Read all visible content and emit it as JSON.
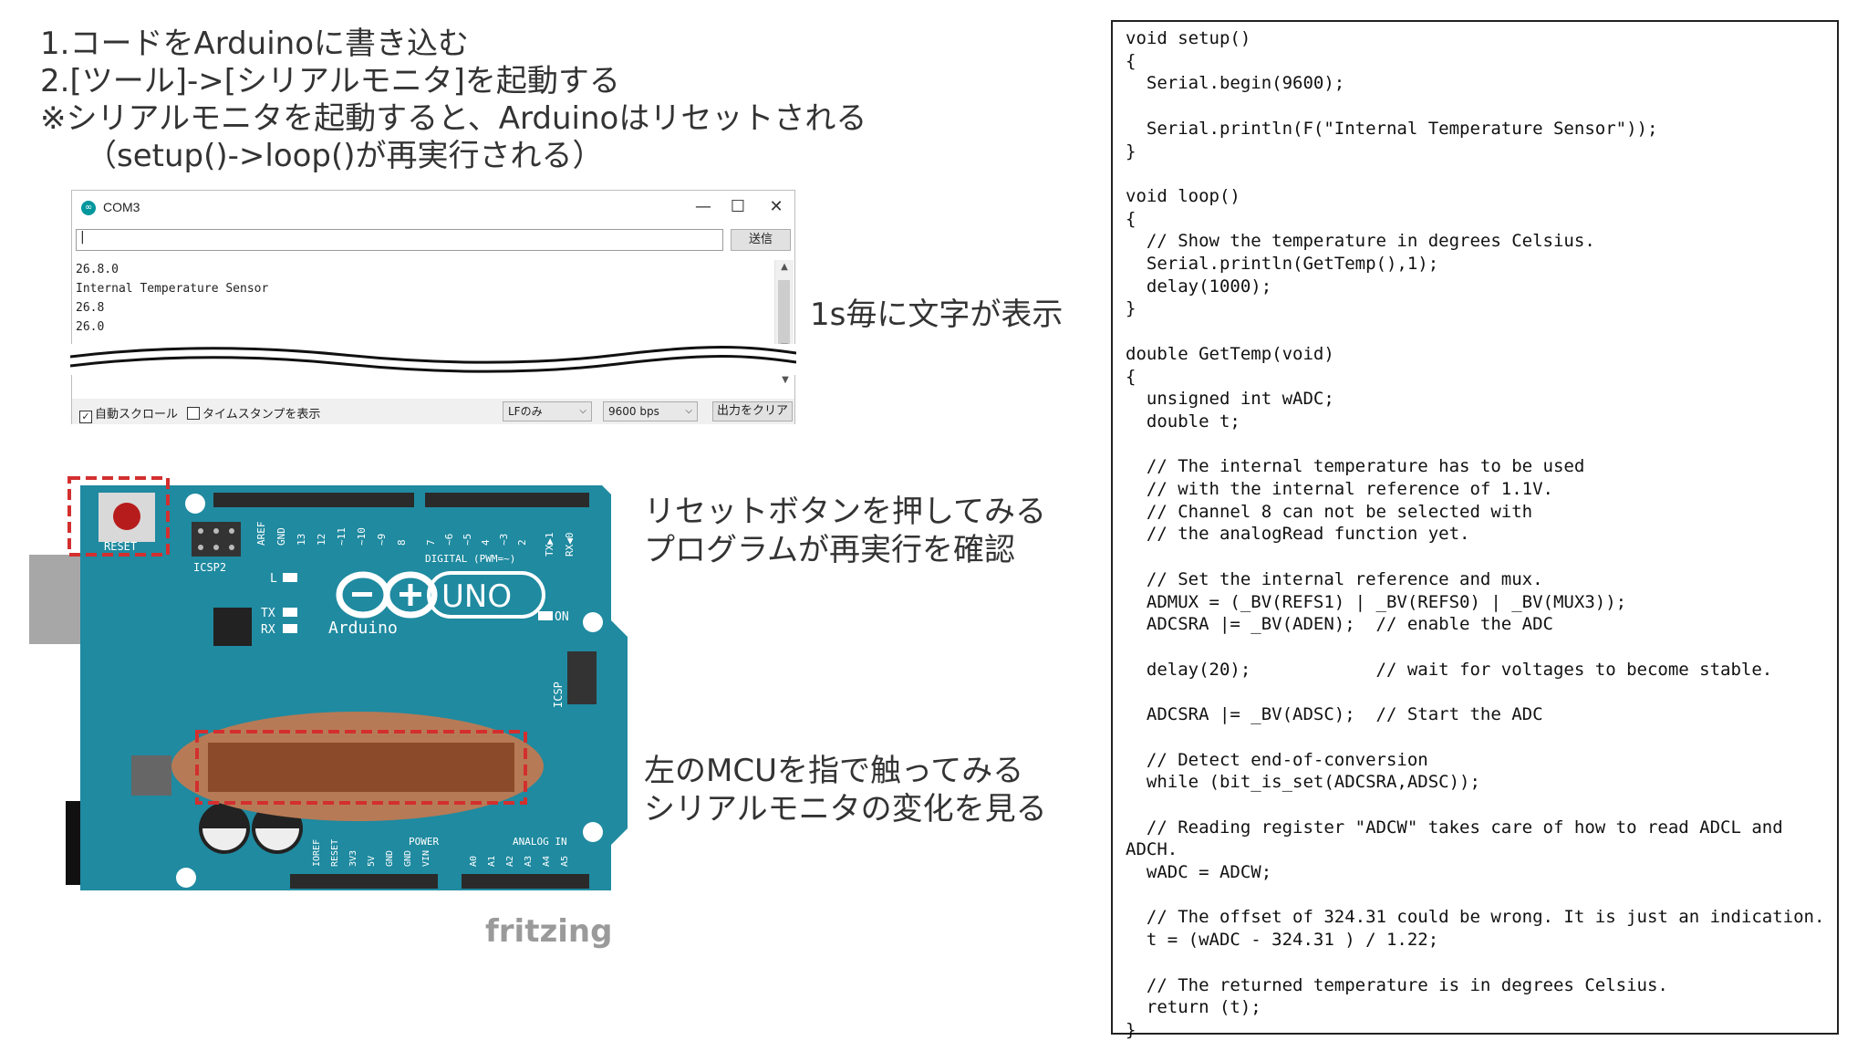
{
  "instructions": [
    "1.コードをArduinoに書き込む",
    "2.[ツール]->[シリアルモニタ]を起動する",
    "※シリアルモニタを起動すると、Arduinoはリセットされる",
    "（setup()->loop()が再実行される）"
  ],
  "serial_monitor": {
    "title": "COM3",
    "minimize_label": "—",
    "maximize_label": "☐",
    "close_label": "✕",
    "send_value": "|",
    "send_button": "送信",
    "output_lines": [
      "26.8.0",
      "Internal Temperature Sensor",
      "26.8",
      "26.0"
    ],
    "autoscroll_label": "自動スクロール",
    "autoscroll_checked": true,
    "timestamp_label": "タイムスタンプを表示",
    "timestamp_checked": false,
    "line_ending": "LFのみ",
    "baud_rate": "9600 bps",
    "clear_button": "出力をクリア"
  },
  "notes": {
    "per_second": "1s毎に文字が表示",
    "reset_line1": "リセットボタンを押してみる",
    "reset_line2": "プログラムが再実行を確認",
    "mcu_line1": "左のMCUを指で触ってみる",
    "mcu_line2": "シリアルモニタの変化を見る"
  },
  "board": {
    "reset_label": "RESET",
    "icsp2_label": "ICSP2",
    "icsp_label": "ICSP",
    "digital_label": "DIGITAL (PWM=~)",
    "arduino_label": "Arduino",
    "uno_label": "UNO",
    "on_label": "ON",
    "tx_label": "TX",
    "rx_label": "RX",
    "l_label": "L",
    "power_label": "POWER",
    "analog_label": "ANALOG IN",
    "top_pins": [
      "AREF",
      "GND",
      "13",
      "12",
      "~11",
      "~10",
      "~9",
      "8",
      "7",
      "~6",
      "~5",
      "4",
      "~3",
      "2",
      "TX▶1",
      "RX◀0"
    ],
    "power_pins": [
      "IOREF",
      "RESET",
      "3V3",
      "5V",
      "GND",
      "GND",
      "VIN"
    ],
    "analog_pins": [
      "A0",
      "A1",
      "A2",
      "A3",
      "A4",
      "A5"
    ],
    "fritzing_label": "fritzing",
    "colors": {
      "board": "#1f8aa0",
      "highlight": "#d32f2f",
      "mcu": "#8b4a2a"
    }
  },
  "code": "void setup()\n{\n  Serial.begin(9600);\n\n  Serial.println(F(\"Internal Temperature Sensor\"));\n}\n\nvoid loop()\n{\n  // Show the temperature in degrees Celsius.\n  Serial.println(GetTemp(),1);\n  delay(1000);\n}\n\ndouble GetTemp(void)\n{\n  unsigned int wADC;\n  double t;\n\n  // The internal temperature has to be used\n  // with the internal reference of 1.1V.\n  // Channel 8 can not be selected with\n  // the analogRead function yet.\n\n  // Set the internal reference and mux.\n  ADMUX = (_BV(REFS1) | _BV(REFS0) | _BV(MUX3));\n  ADCSRA |= _BV(ADEN);  // enable the ADC\n\n  delay(20);            // wait for voltages to become stable.\n\n  ADCSRA |= _BV(ADSC);  // Start the ADC\n\n  // Detect end-of-conversion\n  while (bit_is_set(ADCSRA,ADSC));\n\n  // Reading register \"ADCW\" takes care of how to read ADCL and\nADCH.\n  wADC = ADCW;\n\n  // The offset of 324.31 could be wrong. It is just an indication.\n  t = (wADC - 324.31 ) / 1.22;\n\n  // The returned temperature is in degrees Celsius.\n  return (t);\n}"
}
